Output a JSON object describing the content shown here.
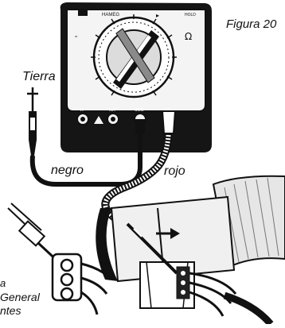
{
  "figure": {
    "title": "Figura 20"
  },
  "labels": {
    "ground": "Tierra",
    "black_lead": "negro",
    "red_lead": "rojo",
    "cut_off_line1": "a",
    "cut_off_line2": "General",
    "cut_off_line3": "ntes"
  },
  "meter": {
    "brand": "HAMEG",
    "hold_label": "HOLD",
    "jack_a": "A",
    "jack_ma": "mA",
    "jack_com": "COM",
    "jack_v": "VΩ"
  },
  "icons": {
    "ground": "ground-probe-icon",
    "flow_arrow": "airflow-arrow-icon"
  },
  "colors": {
    "ink": "#111111",
    "paper": "#ffffff"
  }
}
